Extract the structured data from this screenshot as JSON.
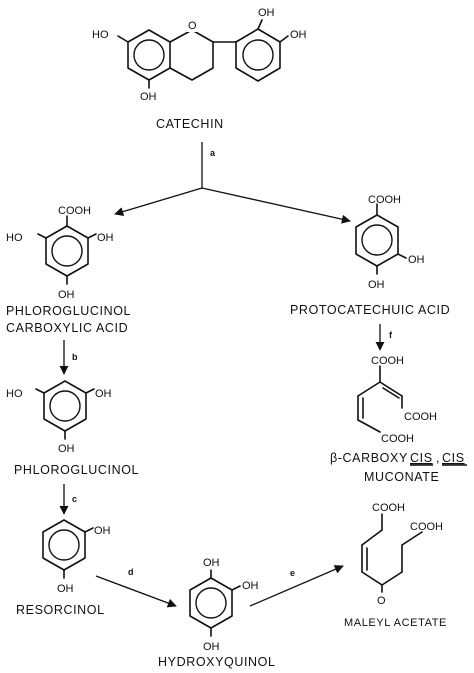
{
  "groups": {
    "oh": "OH",
    "ho": "HO",
    "cooh": "COOH",
    "o_ring": "O",
    "o_keto": "O"
  },
  "compounds": {
    "catechin": "CATECHIN",
    "phloroglucinol_carboxylic_line1": "PHLOROGLUCINOL",
    "phloroglucinol_carboxylic_line2": "CARBOXYLIC ACID",
    "protocatechuic": "PROTOCATECHUIC ACID",
    "phloroglucinol": "PHLOROGLUCINOL",
    "muconate_prefix": "β-CARBOXY",
    "muconate_cis1": "CIS",
    "muconate_comma": ",",
    "muconate_cis2": "CIS",
    "muconate_line2": "MUCONATE",
    "resorcinol": "RESORCINOL",
    "hydroxyquinol": "HYDROXYQUINOL",
    "maleylacetate": "MALEYL ACETATE"
  },
  "steps": {
    "a": "a",
    "b": "b",
    "c": "c",
    "d": "d",
    "e": "e",
    "f": "f"
  }
}
